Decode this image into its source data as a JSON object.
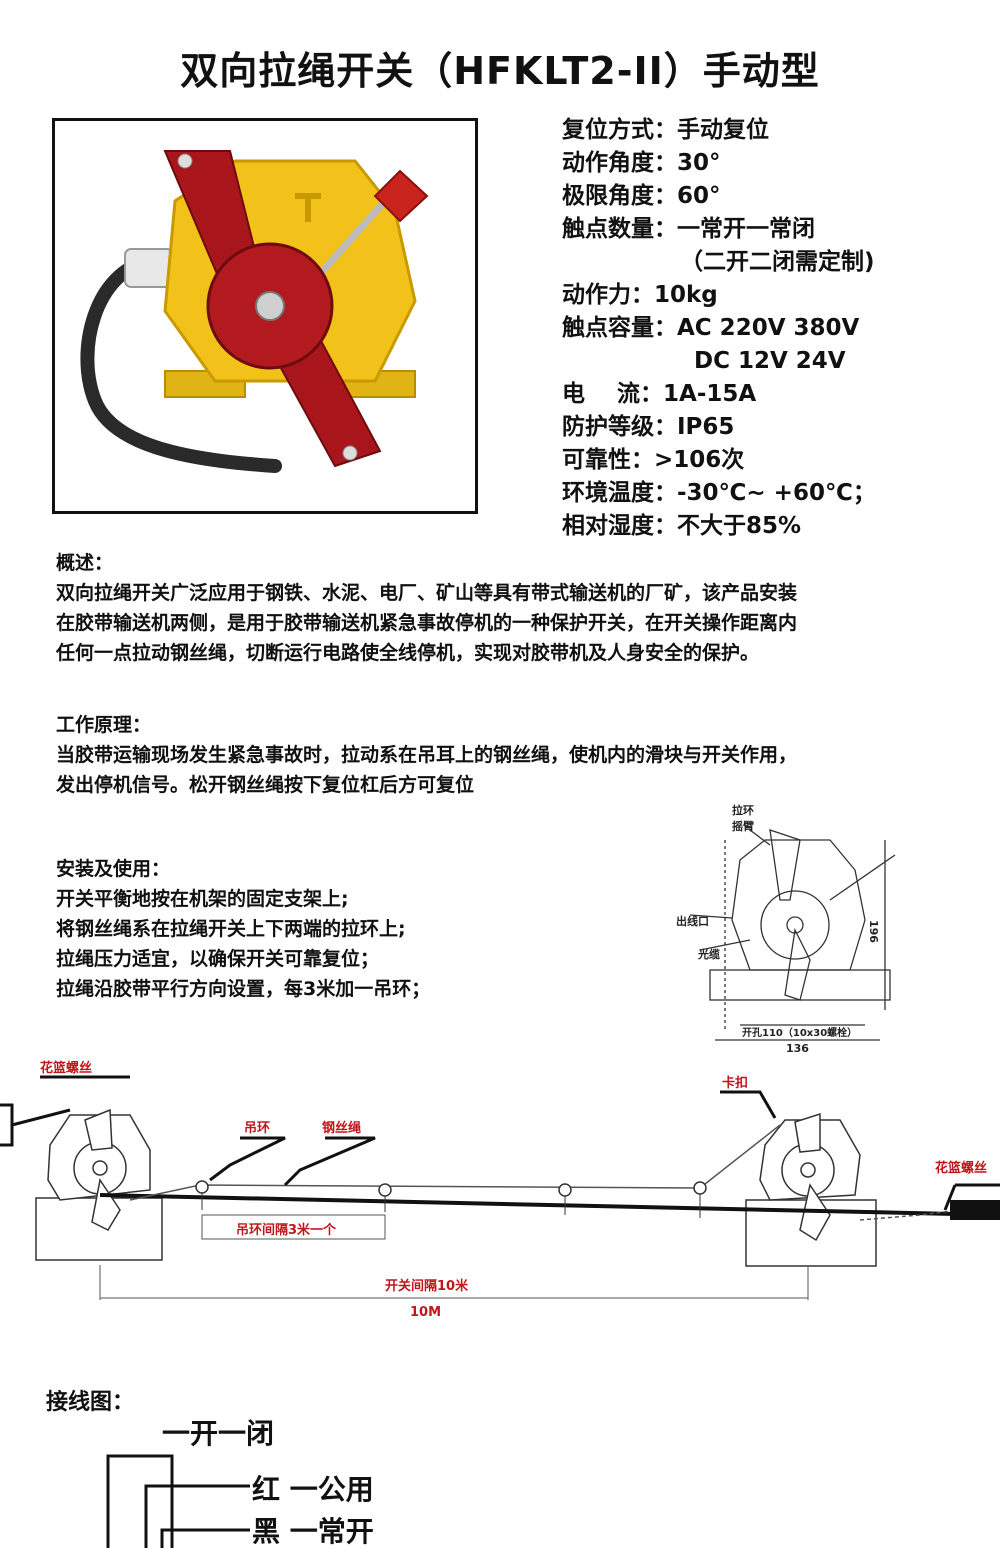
{
  "title": "双向拉绳开关（HFKLT2-II）手动型",
  "specs": [
    {
      "label": "复位方式",
      "value": "手动复位"
    },
    {
      "label": "动作角度",
      "value": "30°"
    },
    {
      "label": "极限角度",
      "value": "60°"
    },
    {
      "label": "触点数量",
      "value": "一常开一常闭"
    },
    {
      "label": "",
      "value": "（二开二闭需定制)"
    },
    {
      "label": "动作力",
      "value": "10kg"
    },
    {
      "label": "触点容量",
      "value": "AC 220V 380V"
    },
    {
      "label": "",
      "value": "DC 12V  24V"
    },
    {
      "label": "电    流",
      "value": "1A-15A"
    },
    {
      "label": "防护等级",
      "value": "IP65"
    },
    {
      "label": "可靠性",
      "value": ">106次"
    },
    {
      "label": "环境温度",
      "value": "-30℃~ +60℃；"
    },
    {
      "label": "相对湿度",
      "value": "不大于85%"
    }
  ],
  "overview": {
    "heading": "概述：",
    "lines": [
      "双向拉绳开关广泛应用于钢铁、水泥、电厂、矿山等具有带式输送机的厂矿，该产品安装",
      "在胶带输送机两侧，是用于胶带输送机紧急事故停机的一种保护开关，在开关操作距离内",
      "任何一点拉动钢丝绳，切断运行电路使全线停机，实现对胶带机及人身安全的保护。"
    ]
  },
  "principle": {
    "heading": "工作原理：",
    "lines": [
      "当胶带运输现场发生紧急事故时，拉动系在吊耳上的钢丝绳，使机内的滑块与开关作用，",
      "发出停机信号。松开钢丝绳按下复位杠后方可复位"
    ]
  },
  "install": {
    "heading": "安装及使用：",
    "lines": [
      "开关平衡地按在机架的固定支架上;",
      "将钢丝绳系在拉绳开关上下两端的拉环上;",
      "拉绳压力适宜，以确保开关可靠复位；",
      "拉绳沿胶带平行方向设置，每3米加一吊环；"
    ]
  },
  "dim_drawing": {
    "labels": {
      "pull_ring": "拉环",
      "lever": "摇臂",
      "outlet": "出线口",
      "cable": "光缆",
      "height": "196",
      "hole": "开孔110（10x30螺栓）",
      "width": "136"
    }
  },
  "install_diagram": {
    "labels": {
      "turnbuckle_left": "花篮螺丝",
      "turnbuckle_right": "花篮螺丝",
      "clip": "卡扣",
      "hanging_ring": "吊环",
      "wire_rope": "钢丝绳",
      "ring_spacing": "吊环间隔3米一个",
      "switch_spacing": "开关间隔10米",
      "distance": "10M"
    }
  },
  "wiring": {
    "heading": "接线图：",
    "subtitle": "一开一闭",
    "wires": [
      "红 一公用",
      "黑 一常开"
    ]
  },
  "colors": {
    "housing_yellow": "#f2c21b",
    "lever_red": "#a8161c",
    "label_red": "#c0161b"
  }
}
